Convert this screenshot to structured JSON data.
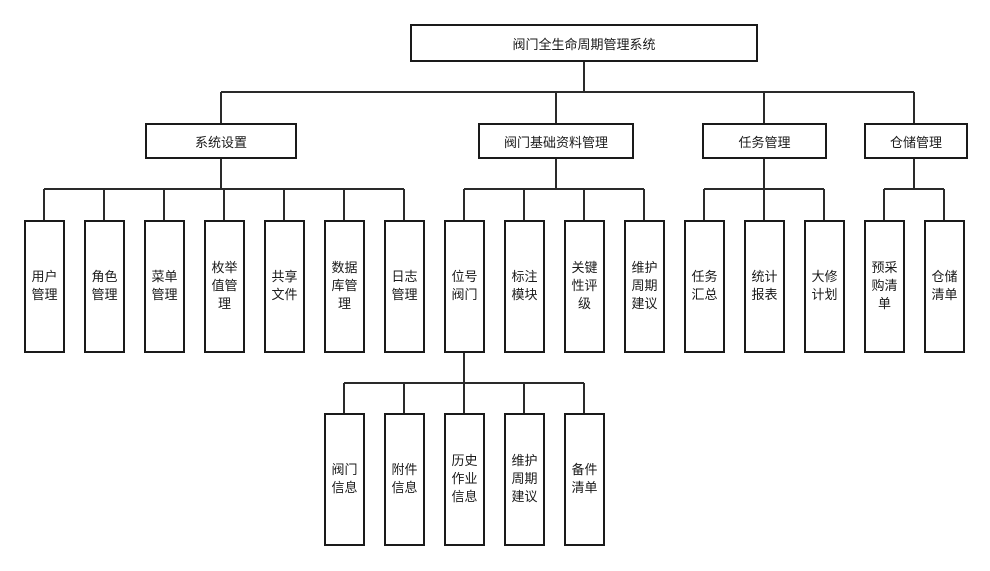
{
  "root": {
    "label": "阀门全生命周期管理系统"
  },
  "branches": [
    {
      "label": "系统设置",
      "children": [
        {
          "label": "用户管理"
        },
        {
          "label": "角色管理"
        },
        {
          "label": "菜单管理"
        },
        {
          "label": "枚举值管理"
        },
        {
          "label": "共享文件"
        },
        {
          "label": "数据库管理"
        },
        {
          "label": "日志管理"
        }
      ]
    },
    {
      "label": "阀门基础资料管理",
      "children": [
        {
          "label": "位号阀门",
          "children": [
            {
              "label": "阀门信息"
            },
            {
              "label": "附件信息"
            },
            {
              "label": "历史作业信息"
            },
            {
              "label": "维护周期建议"
            },
            {
              "label": "备件清单"
            }
          ]
        },
        {
          "label": "标注模块"
        },
        {
          "label": "关键性评级"
        },
        {
          "label": "维护周期建议"
        }
      ]
    },
    {
      "label": "任务管理",
      "children": [
        {
          "label": "任务汇总"
        },
        {
          "label": "统计报表"
        },
        {
          "label": "大修计划"
        }
      ]
    },
    {
      "label": "仓储管理",
      "children": [
        {
          "label": "预采购清单"
        },
        {
          "label": "仓储清单"
        }
      ]
    }
  ]
}
